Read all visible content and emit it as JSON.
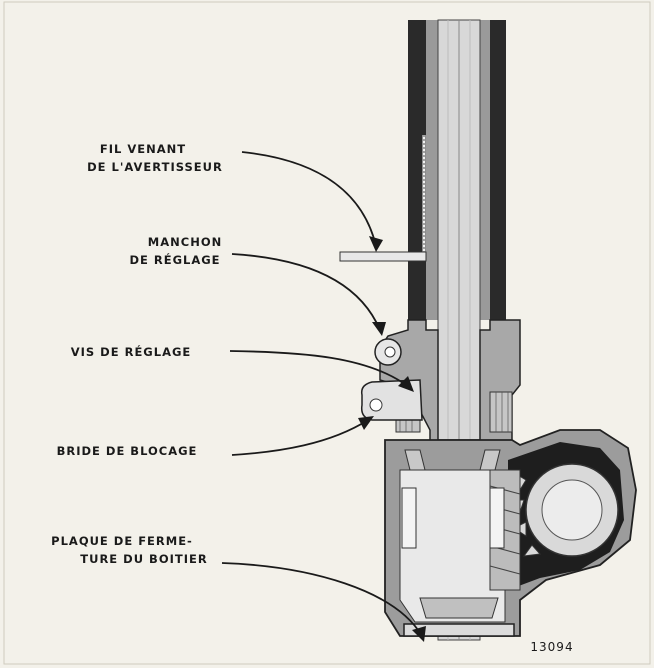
{
  "labels": {
    "fil_line1": "FIL VENANT",
    "fil_line2": "DE L'AVERTISSEUR",
    "manchon_line1": "MANCHON",
    "manchon_line2": "DE RÉGLAGE",
    "vis": "VIS DE RÉGLAGE",
    "bride": "BRIDE DE BLOCAGE",
    "plaque_line1": "PLAQUE DE FERME-",
    "plaque_line2": "TURE DU BOITIER"
  },
  "figure_number": "13094",
  "colors": {
    "paper": "#f3f1ea",
    "ink": "#1a1a1a",
    "section_dark": "#2a2a2a",
    "section_mid": "#8a8a8a",
    "section_light": "#d4d4d4"
  }
}
